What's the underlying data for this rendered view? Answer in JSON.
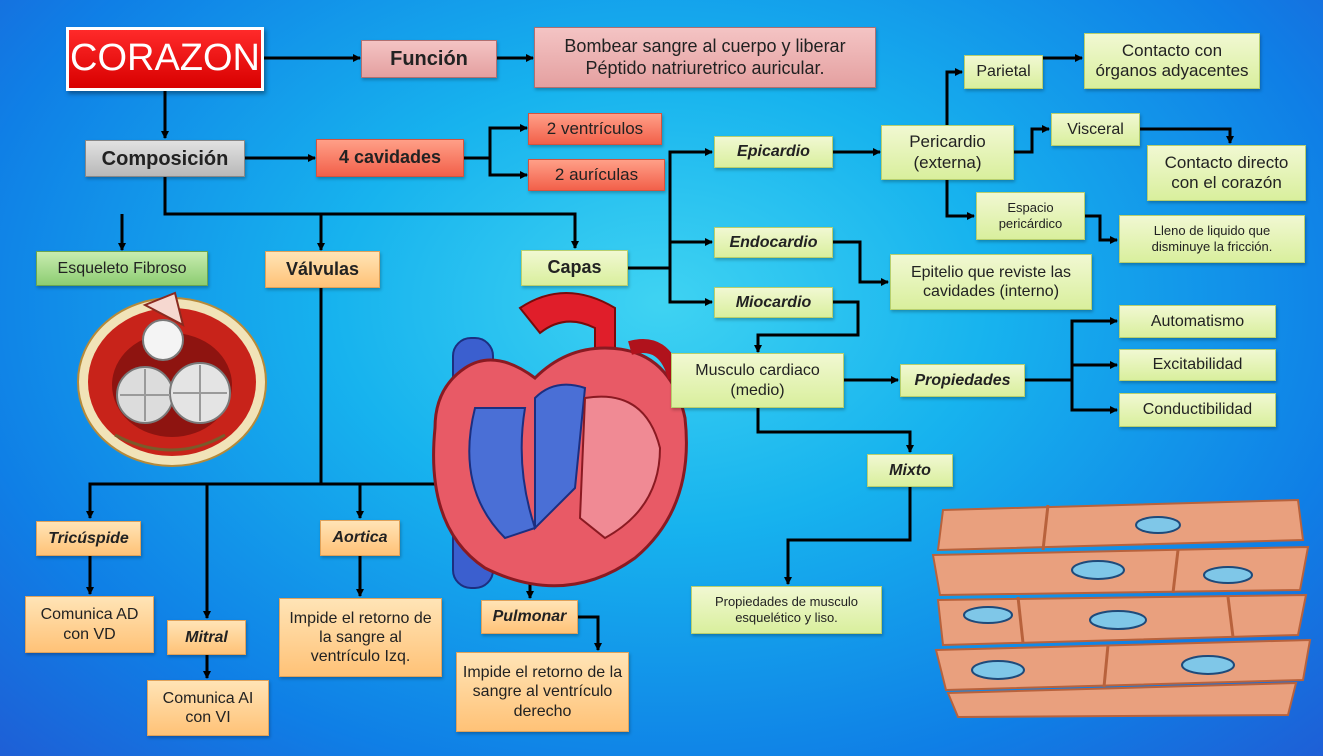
{
  "title": "CORAZON",
  "nodes": {
    "funcion": "Función",
    "funcion_desc": "Bombear sangre al cuerpo y liberar Péptido natriuretrico auricular.",
    "composicion": "Composición",
    "cavidades": "4 cavidades",
    "ventriculos": "2 ventrículos",
    "auriculas": "2 aurículas",
    "esqueleto": "Esqueleto Fibroso",
    "valvulas": "Válvulas",
    "capas": "Capas",
    "epicardio": "Epicardio",
    "endocardio": "Endocardio",
    "miocardio": "Miocardio",
    "pericardio": "Pericardio (externa)",
    "parietal": "Parietal",
    "parietal_desc": "Contacto con órganos adyacentes",
    "visceral": "Visceral",
    "visceral_desc": "Contacto directo con el corazón",
    "espacio": "Espacio pericárdico",
    "espacio_desc": "Lleno de liquido que disminuye la fricción.",
    "endocardio_desc": "Epitelio que reviste las cavidades (interno)",
    "musculo": "Musculo cardiaco (medio)",
    "propiedades": "Propiedades",
    "automatismo": "Automatismo",
    "excitabilidad": "Excitabilidad",
    "conductibilidad": "Conductibilidad",
    "mixto": "Mixto",
    "mixto_desc": "Propiedades de musculo esquelético y liso.",
    "tricuspide": "Tricúspide",
    "tricuspide_desc": "Comunica AD con VD",
    "mitral": "Mitral",
    "mitral_desc": "Comunica AI con VI",
    "aortica": "Aortica",
    "aortica_desc": "Impide el retorno de la sangre al ventrículo Izq.",
    "pulmonar": "Pulmonar",
    "pulmonar_desc": "Impide el retorno de la sangre al ventrículo derecho"
  },
  "colors": {
    "title_bg": "#e00000",
    "green_box": "#d9ef9d",
    "orange_box": "#ffc277",
    "salmon_box": "#f2604a",
    "connector": "#000000"
  },
  "illustrations": [
    "heart-valves-illustration",
    "heart-anatomy-illustration",
    "cardiac-muscle-cells-illustration"
  ]
}
